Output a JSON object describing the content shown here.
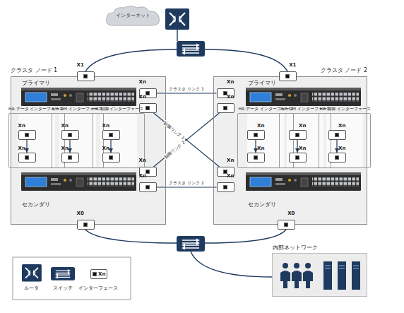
{
  "diagram": {
    "nodes": [
      {
        "text": [
          "インターネット"
        ]
      },
      {
        "text": [
          "クラスタ ノード 1",
          "プライマリ",
          "セカンダリ"
        ]
      },
      {
        "text": [
          "X1"
        ],
        "in": 1
      },
      {
        "text": [
          "Xn"
        ],
        "in": 1
      },
      {
        "text": [
          "Xn"
        ],
        "in": 1
      },
      {
        "text": [
          "HA データ インターフェース"
        ],
        "in": 1
      },
      {
        "text": [
          "Xn"
        ],
        "in": 5
      },
      {
        "text": [
          "Xn"
        ],
        "in": 5
      },
      {
        "text": [
          "A/A DPI インターフェース"
        ],
        "in": 1
      },
      {
        "text": [
          "Xn"
        ],
        "in": 8
      },
      {
        "text": [
          "Xn"
        ],
        "in": 8
      },
      {
        "text": [
          "HA 制御 インターフェース"
        ],
        "in": 1
      },
      {
        "text": [
          "Xn"
        ],
        "in": 11
      },
      {
        "text": [
          "Xn"
        ],
        "in": 11
      },
      {
        "text": [
          "Xn"
        ],
        "in": 1
      },
      {
        "text": [
          "Xn"
        ],
        "in": 1
      },
      {
        "text": [
          "X0"
        ],
        "in": 1
      },
      {
        "text": [
          "クラスタ ノード 2",
          "プライマリ",
          "セカンダリ"
        ]
      },
      {
        "text": [
          "X1"
        ],
        "in": 17
      },
      {
        "text": [
          "Xn"
        ],
        "in": 17
      },
      {
        "text": [
          "Xn"
        ],
        "in": 17
      },
      {
        "text": [
          "HA データ インターフェース"
        ],
        "in": 17
      },
      {
        "text": [
          "Xn"
        ],
        "in": 21
      },
      {
        "text": [
          "Xn"
        ],
        "in": 21
      },
      {
        "text": [
          "A/A DPI インターフェース"
        ],
        "in": 17
      },
      {
        "text": [
          "Xn"
        ],
        "in": 24
      },
      {
        "text": [
          "Xn"
        ],
        "in": 24
      },
      {
        "text": [
          "HA 制御 インターフェース"
        ],
        "in": 17
      },
      {
        "text": [
          "Xn"
        ],
        "in": 27
      },
      {
        "text": [
          "Xn"
        ],
        "in": 27
      },
      {
        "text": [
          "Xn"
        ],
        "in": 17
      },
      {
        "text": [
          "Xn"
        ],
        "in": 17
      },
      {
        "text": [
          "X0"
        ],
        "in": 17
      },
      {
        "text": [
          "内部ネットワーク"
        ]
      }
    ],
    "edges": [
      {
        "from": 6,
        "to": 7,
        "arrow": "to"
      },
      {
        "from": 9,
        "to": 10,
        "arrow": "to"
      },
      {
        "from": 12,
        "to": 13,
        "arrow": "to"
      },
      {
        "from": 22,
        "to": 23,
        "arrow": "to"
      },
      {
        "from": 25,
        "to": 26,
        "arrow": "to"
      },
      {
        "from": 28,
        "to": 29,
        "arrow": "to"
      },
      {
        "from": 3,
        "to": 19,
        "label": "クラスタ リンク 1",
        "arrow": "none"
      },
      {
        "from": 4,
        "to": 30,
        "label": "制御リンク 1",
        "arrow": "none"
      },
      {
        "from": 14,
        "to": 20,
        "label": "制御リンク 2",
        "arrow": "none"
      },
      {
        "from": 15,
        "to": 31,
        "label": "クラスタ リンク 2",
        "arrow": "none"
      }
    ],
    "labels": [
      "Xn"
    ],
    "legend": [
      {
        "text": "ルータ"
      },
      {
        "text": "スイッチ"
      },
      {
        "text": "インターフェース"
      }
    ]
  }
}
